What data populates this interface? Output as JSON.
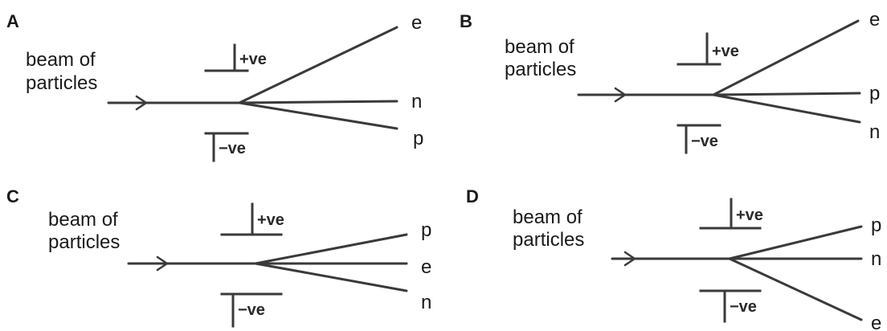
{
  "panels": [
    {
      "letter": "A",
      "beam_label": [
        "beam of",
        "particles"
      ],
      "plates": {
        "top": "+ve",
        "bottom": "−ve"
      },
      "paths": [
        {
          "label": "e",
          "direction": "up"
        },
        {
          "label": "n",
          "direction": "straight"
        },
        {
          "label": "p",
          "direction": "down"
        }
      ]
    },
    {
      "letter": "B",
      "beam_label": [
        "beam of",
        "particles"
      ],
      "plates": {
        "top": "+ve",
        "bottom": "−ve"
      },
      "paths": [
        {
          "label": "e",
          "direction": "up"
        },
        {
          "label": "p",
          "direction": "straight"
        },
        {
          "label": "n",
          "direction": "down"
        }
      ]
    },
    {
      "letter": "C",
      "beam_label": [
        "beam of",
        "particles"
      ],
      "plates": {
        "top": "+ve",
        "bottom": "−ve"
      },
      "paths": [
        {
          "label": "p",
          "direction": "up"
        },
        {
          "label": "e",
          "direction": "straight"
        },
        {
          "label": "n",
          "direction": "down"
        }
      ]
    },
    {
      "letter": "D",
      "beam_label": [
        "beam of",
        "particles"
      ],
      "plates": {
        "top": "+ve",
        "bottom": "−ve"
      },
      "paths": [
        {
          "label": "p",
          "direction": "up"
        },
        {
          "label": "n",
          "direction": "straight"
        },
        {
          "label": "e",
          "direction": "down"
        }
      ]
    }
  ]
}
